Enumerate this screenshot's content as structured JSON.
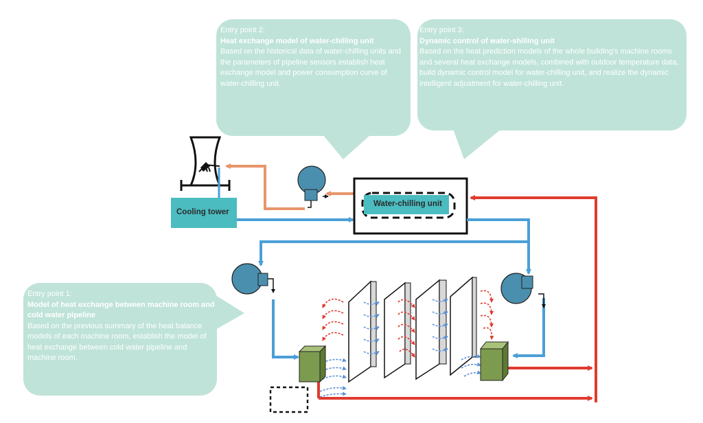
{
  "callouts": {
    "entry2": {
      "caption": "Entry point 2:",
      "heading": "Heat exchange model of water-chilling unit",
      "body": "Based on the historical data of water-chilling units and the parameters of pipeline sensors establish heat exchange model and power consumption curve of water-chilling unit."
    },
    "entry3": {
      "caption": "Entry point 3:",
      "heading": "Dynamic control of water-shilling unit",
      "body": "Based on the heat prediction models of the whole building's machine rooms and several heat exchange models, combined with outdoor temperature data, build dynamic control model for water-chilling unit, and realize the dynamic intelligent adjustment for water-chilling unit."
    },
    "entry1": {
      "caption": "Entry point 1:",
      "heading": "Model of heat exchange between machine room and cold water pipeline",
      "body": "Based on the previous summary of the heat balance models of each machine room, establish the model of heat exchange between cold water pipeline and machine room."
    }
  },
  "components": {
    "cooling_tower_label": "Cooling tower",
    "chiller_label": "Water-chilling unit"
  },
  "colors": {
    "callout_fill": "#bfe3d8",
    "callout_text": "#ffffff",
    "cold_pipe": "#4a9fd8",
    "hot_pipe": "#e03a2e",
    "tower_pipe": "#e8956a",
    "pump": "#4b8fae",
    "teal_box": "#4bbcc0",
    "air_handler": "#7d9b4f"
  }
}
